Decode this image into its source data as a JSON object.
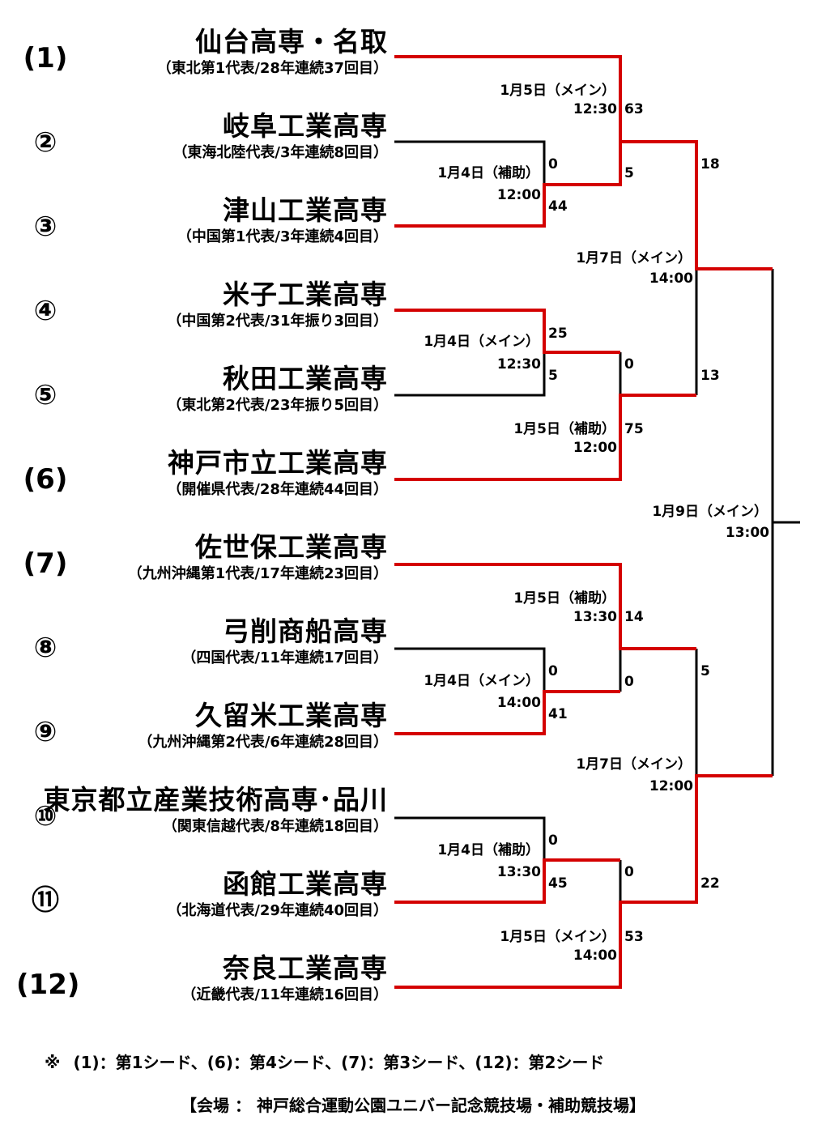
{
  "teams": [
    {
      "seed": "(1)",
      "name": "仙台高専・名取",
      "sub": "（東北第1代表/28年連続37回目）"
    },
    {
      "seed": "②",
      "name": "岐阜工業高専",
      "sub": "（東海北陸代表/3年連続8回目）"
    },
    {
      "seed": "③",
      "name": "津山工業高専",
      "sub": "（中国第1代表/3年連続4回目）"
    },
    {
      "seed": "④",
      "name": "米子工業高専",
      "sub": "（中国第2代表/31年振り3回目）"
    },
    {
      "seed": "⑤",
      "name": "秋田工業高専",
      "sub": "（東北第2代表/23年振り5回目）"
    },
    {
      "seed": "(6)",
      "name": "神戸市立工業高専",
      "sub": "（開催県代表/28年連続44回目）"
    },
    {
      "seed": "(7)",
      "name": "佐世保工業高専",
      "sub": "（九州沖縄第1代表/17年連続23回目）"
    },
    {
      "seed": "⑧",
      "name": "弓削商船高専",
      "sub": "（四国代表/11年連続17回目）"
    },
    {
      "seed": "⑨",
      "name": "久留米工業高専",
      "sub": "（九州沖縄第2代表/6年連続28回目）"
    },
    {
      "seed": "⑩",
      "name": "東京都立産業技術高専･品川",
      "sub": "（関東信越代表/8年連続18回目）"
    },
    {
      "seed": "⑪",
      "name": "函館工業高専",
      "sub": "（北海道代表/29年連続40回目）"
    },
    {
      "seed": "(12)",
      "name": "奈良工業高専",
      "sub": "（近畿代表/11年連続16回目）"
    }
  ],
  "matches": {
    "r1_a": {
      "date": "1月4日（補助）",
      "time": "12:00",
      "score_top": "0",
      "score_bottom": "44"
    },
    "r1_b": {
      "date": "1月4日（メイン）",
      "time": "12:30",
      "score_top": "25",
      "score_bottom": "5"
    },
    "r1_c": {
      "date": "1月4日（メイン）",
      "time": "14:00",
      "score_top": "0",
      "score_bottom": "41"
    },
    "r1_d": {
      "date": "1月4日（補助）",
      "time": "13:30",
      "score_top": "0",
      "score_bottom": "45"
    },
    "qf_a": {
      "date": "1月5日（メイン）",
      "time": "12:30",
      "score_top": "63",
      "score_bottom": "5"
    },
    "qf_b": {
      "date": "1月5日（補助）",
      "time": "12:00",
      "score_top": "0",
      "score_bottom": "75"
    },
    "qf_c": {
      "date": "1月5日（補助）",
      "time": "13:30",
      "score_top": "14",
      "score_bottom": "0"
    },
    "qf_d": {
      "date": "1月5日（メイン）",
      "time": "14:00",
      "score_top": "0",
      "score_bottom": "53"
    },
    "sf_a": {
      "date": "1月7日（メイン）",
      "time": "14:00",
      "score_top": "18",
      "score_bottom": "13"
    },
    "sf_b": {
      "date": "1月7日（メイン）",
      "time": "12:00",
      "score_top": "5",
      "score_bottom": "22"
    },
    "final": {
      "date": "1月9日（メイン）",
      "time": "13:00"
    }
  },
  "note": {
    "mark": "※",
    "text": "(1)：第1シード、(6)：第4シード、(7)：第3シード、(12)：第2シード"
  },
  "venue": "【会場 ： 神戸総合運動公園ユニバー記念競技場・補助競技場】",
  "colors": {
    "winner_line": "#d40000",
    "line": "#000000"
  }
}
